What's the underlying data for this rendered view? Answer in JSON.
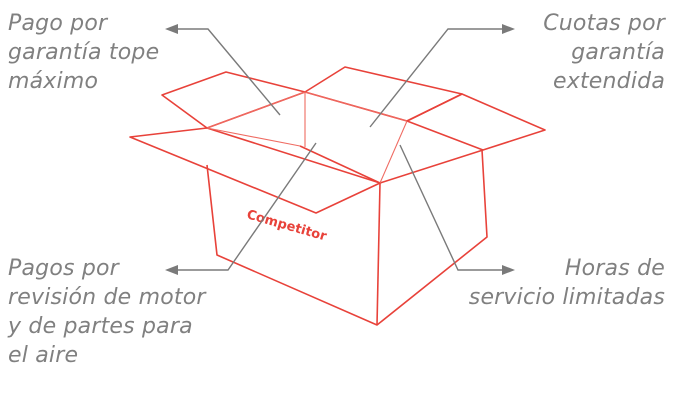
{
  "callouts": {
    "top_left": [
      "Pago por",
      "garantía tope",
      "máximo"
    ],
    "top_right": [
      "Cuotas por",
      "garantía",
      "extendida"
    ],
    "bottom_left": [
      "Pagos por",
      "revisión de motor",
      "y de partes para",
      "el aire"
    ],
    "bottom_right": [
      "Horas de",
      "servicio limitadas"
    ]
  },
  "box": {
    "brand_label": "Competitor"
  },
  "colors": {
    "text": "#808080",
    "box_outline": "#e8423a",
    "arrow": "#7a7a7a"
  }
}
